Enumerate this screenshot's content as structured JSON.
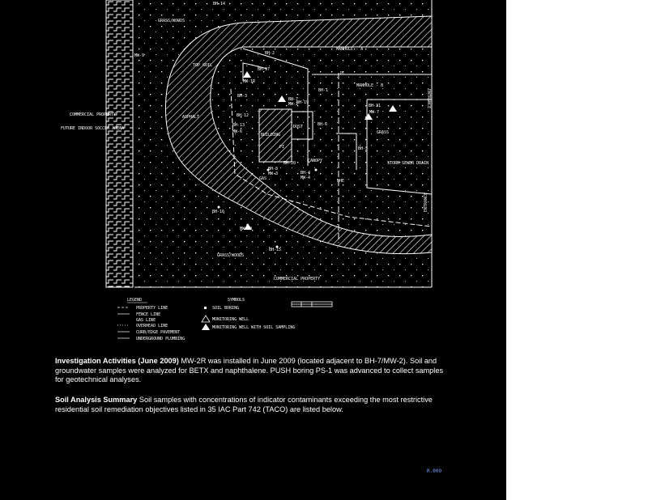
{
  "map": {
    "labels": {
      "grass_woods_top": "GRASS/WOODS",
      "grass_woods_bottom": "GRASS/WOODS",
      "commercial_property_left": "COMMERCIAL PROPERTY",
      "future_indoor_soccer": "FUTURE INDOOR SOCCER ARENA",
      "commercial_property_bottom": "COMMERCIAL PROPERTY",
      "building": "BUILDING",
      "dust": "DUST",
      "grass_right": "GRASS",
      "storm_sewer": "STORM SEWER DRAIN",
      "manhole_a": "MANHOLE - A",
      "manhole_b": "MANHOLE - B",
      "entrance_right": "ENTRANCE",
      "entrance_right2": "ENTRANCE",
      "top_soil": "TOP SOIL",
      "asphalt": "ASPHALT",
      "ohe": "OHE",
      "pl": "PL",
      "gas": "GAS",
      "pi": "PI",
      "canopy": "CANOPY",
      "bh_2": "BH-2",
      "bh_17": "BH-17",
      "mw_1r": "MW-1R",
      "bh_3": "BH-3",
      "bh_7": "BH-7",
      "mw_2": "MW-2",
      "bh_19": "BH-19",
      "bh_12": "BH-12",
      "bh_1": "BH-1",
      "bh_6": "BH-6",
      "bh_5": "BH-5",
      "bh_31": "BH-31",
      "mw_7": "MW-7",
      "bh_20": "BH-20",
      "bh_8": "BH-8",
      "mw_3": "MW-3",
      "bh_4": "BH-4",
      "mw_4": "MW-4",
      "bh_16": "BH-16",
      "mw_10": "MW-10",
      "bh_15": "BH-15",
      "mw_9": "MW-9",
      "bh_14": "BH-14",
      "bh_13": "BH-13",
      "mw_6": "MW-6"
    },
    "legend": {
      "title": "LEGEND",
      "symbols_title": "SYMBOLS",
      "items": [
        "PROPERTY LINE",
        "FENCE LINE",
        "GAS LINE",
        "OVERHEAD LINE",
        "CURB/EDGE PAVEMENT",
        "UNDERGROUND PLUMBING"
      ],
      "symbols": [
        "SOIL BORING",
        "MONITORING WELL",
        "MONITORING WELL WITH SOIL SAMPLING"
      ]
    }
  },
  "text": {
    "p1_heading": "Investigation Activities (June 2009)",
    "p1_body": " MW-2R was installed in June 2009 (located adjacent to BH-7/MW-2).  Soil and groundwater samples were analyzed for BETX and naphthalene.  PUSH boring PS-1 was advanced to collect samples for geotechnical analyses.",
    "p2_heading": "Soil Analysis Summary",
    "p2_body": "  Soil samples with concentrations of indicator contaminants exceeding the most restrictive residential soil remediation objectives listed in 35 IAC Part 742 (TACO) are listed below."
  },
  "footer": {
    "mark": "R.009"
  }
}
